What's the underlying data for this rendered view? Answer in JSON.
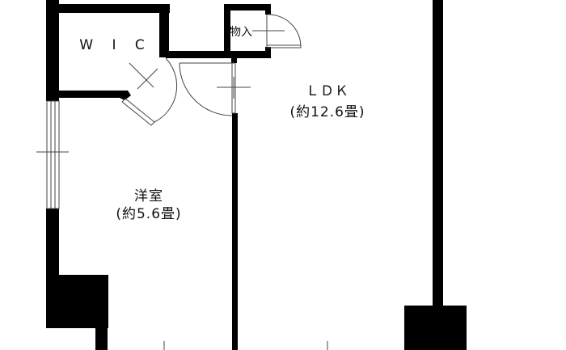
{
  "floorplan": {
    "rooms": [
      {
        "id": "wic",
        "name": "W I C"
      },
      {
        "id": "storage",
        "name": "物入"
      },
      {
        "id": "ldk",
        "name": "ＬＤＫ",
        "area": "(約12.6畳)"
      },
      {
        "id": "western",
        "name": "洋室",
        "area": "(約5.6畳)"
      }
    ],
    "colors": {
      "wall": "#000000",
      "background": "#ffffff",
      "fixture": "#555555"
    }
  }
}
